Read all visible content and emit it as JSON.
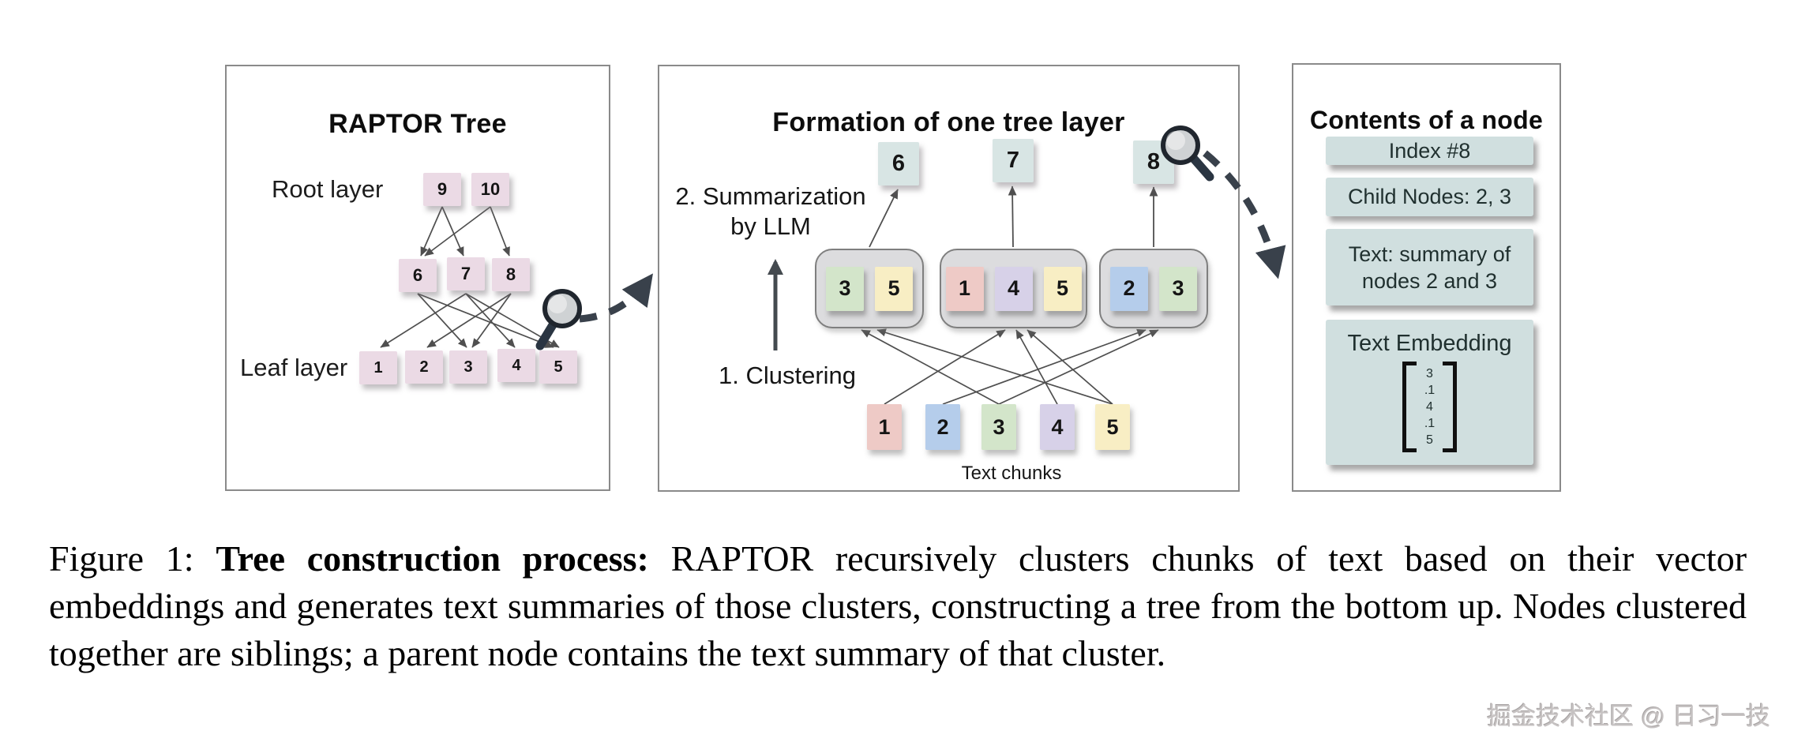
{
  "colors": {
    "panel_border": "#8a8a8a",
    "pink_node": "#ebdae5",
    "teal_node": "#d8e5e4",
    "chip_red": "#eecac6",
    "chip_blue": "#b5cdeb",
    "chip_green": "#d3e5ca",
    "chip_purple": "#d7d1e8",
    "chip_yellow": "#f8eec4",
    "cluster_bg": "#dcdcde",
    "info_box": "#d0dfdf",
    "line": "#4f4f4f",
    "dashed_arrow": "#39414b"
  },
  "left_panel": {
    "title": "RAPTOR Tree",
    "root_label": "Root layer",
    "leaf_label": "Leaf layer",
    "root_nodes": [
      {
        "label": "9"
      },
      {
        "label": "10"
      }
    ],
    "mid_nodes": [
      {
        "label": "6"
      },
      {
        "label": "7"
      },
      {
        "label": "8"
      }
    ],
    "leaf_nodes": [
      {
        "label": "1"
      },
      {
        "label": "2"
      },
      {
        "label": "3"
      },
      {
        "label": "4"
      },
      {
        "label": "5"
      }
    ],
    "edges": {
      "root_to_mid": [
        [
          "9",
          "6"
        ],
        [
          "9",
          "7"
        ],
        [
          "10",
          "6"
        ],
        [
          "10",
          "8"
        ]
      ],
      "mid_to_leaf": [
        [
          "6",
          "3"
        ],
        [
          "6",
          "5"
        ],
        [
          "7",
          "1"
        ],
        [
          "7",
          "4"
        ],
        [
          "7",
          "5"
        ],
        [
          "8",
          "2"
        ],
        [
          "8",
          "3"
        ]
      ]
    }
  },
  "middle_panel": {
    "title": "Formation of one tree layer",
    "step2_line1": "2. Summarization",
    "step2_line2": "by LLM",
    "step1_label": "1. Clustering",
    "chunks_label": "Text chunks",
    "parent_nodes": [
      {
        "label": "6"
      },
      {
        "label": "7"
      },
      {
        "label": "8"
      }
    ],
    "clusters": [
      {
        "chips": [
          {
            "label": "3"
          },
          {
            "label": "5"
          }
        ]
      },
      {
        "chips": [
          {
            "label": "1"
          },
          {
            "label": "4"
          },
          {
            "label": "5"
          }
        ]
      },
      {
        "chips": [
          {
            "label": "2"
          },
          {
            "label": "3"
          }
        ]
      }
    ],
    "chunks": [
      {
        "label": "1"
      },
      {
        "label": "2"
      },
      {
        "label": "3"
      },
      {
        "label": "4"
      },
      {
        "label": "5"
      }
    ]
  },
  "right_panel": {
    "title": "Contents of a node",
    "boxes": [
      {
        "text": "Index #8"
      },
      {
        "text": "Child Nodes: 2, 3"
      },
      {
        "text": "Text: summary of nodes 2 and 3"
      }
    ],
    "embedding": {
      "title": "Text Embedding",
      "vector": [
        "3",
        ".1",
        "4",
        ".1",
        "5"
      ]
    }
  },
  "caption": {
    "figure_label": "Figure 1:",
    "bold": "Tree construction process:",
    "text": "RAPTOR recursively clusters chunks of text based on their vector embeddings and generates text summaries of those clusters, constructing a tree from the bottom up. Nodes clustered together are siblings; a parent node contains the text summary of that cluster."
  },
  "watermark": "掘金技术社区 @ 日习一技"
}
